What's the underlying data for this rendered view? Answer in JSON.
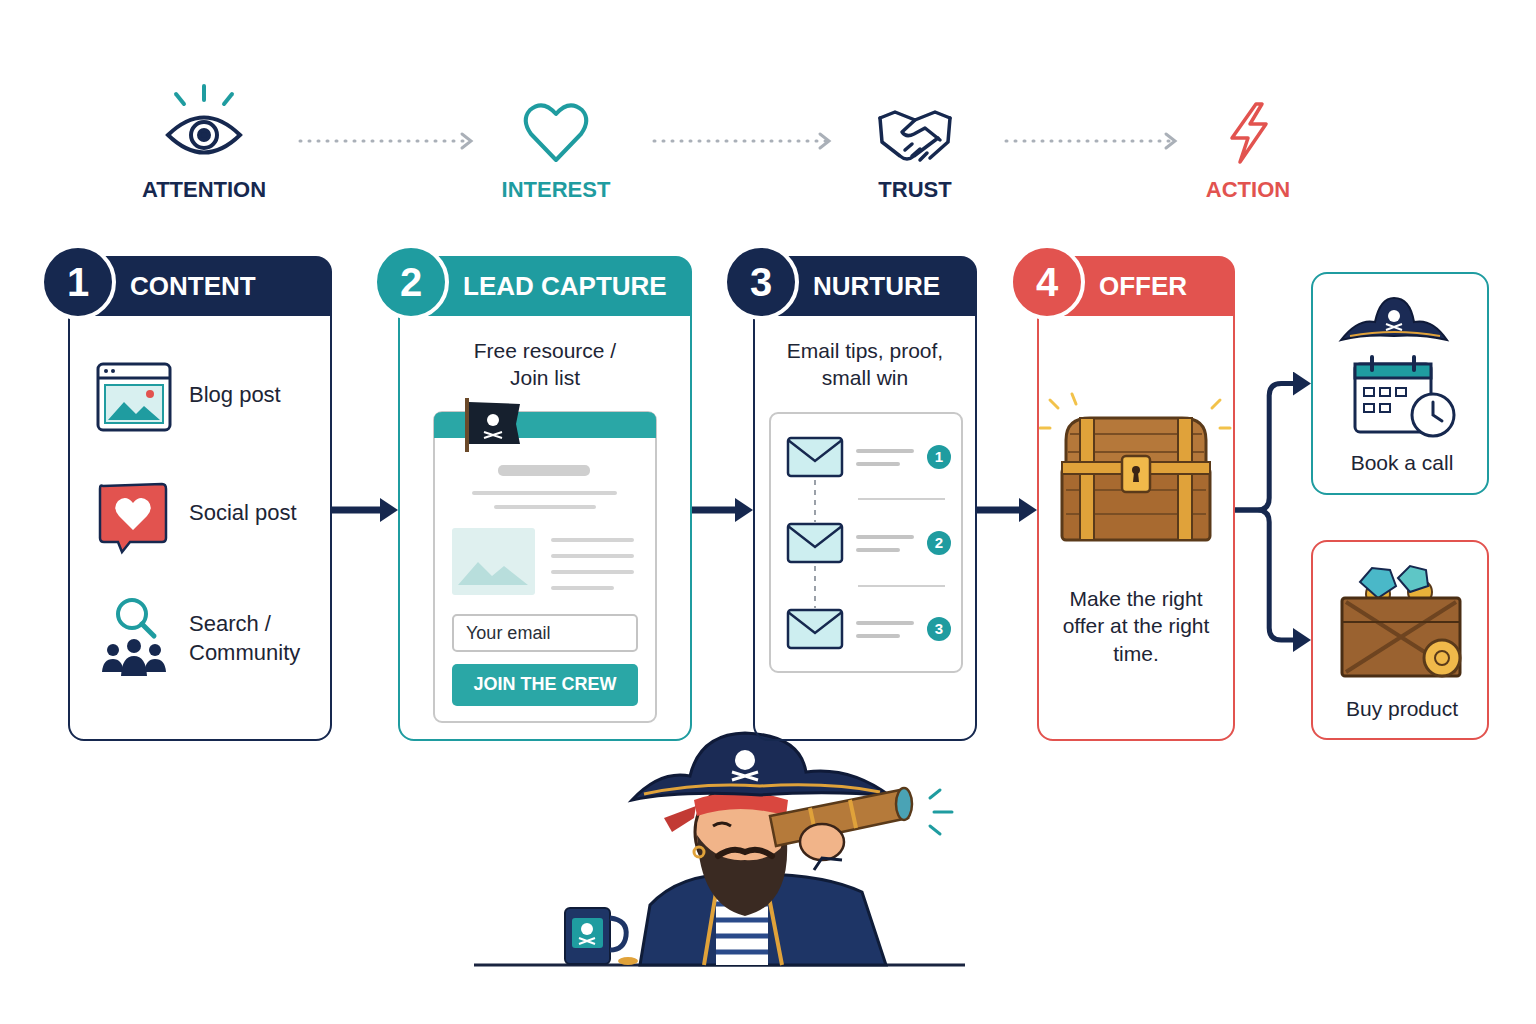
{
  "diagram": {
    "nodes": [
      {
        "text": [
          "1",
          "CONTENT",
          "Blog post",
          "Social post",
          "Search / Community"
        ]
      },
      {
        "text": [
          "2",
          "LEAD CAPTURE",
          "Free resource / Join list"
        ]
      },
      {
        "text": [
          "Your email"
        ],
        "in": 1
      },
      {
        "text": [
          "JOIN THE CREW"
        ],
        "in": 1
      },
      {
        "text": [
          "3",
          "NURTURE",
          "Email tips, proof, small win"
        ]
      },
      {
        "text": [
          "1"
        ],
        "in": 4
      },
      {
        "text": [
          "2"
        ],
        "in": 4
      },
      {
        "text": [
          "3"
        ],
        "in": 4
      },
      {
        "text": [
          "4",
          "OFFER",
          "Make the right offer at the right time."
        ]
      },
      {
        "text": [
          "Book a call"
        ]
      },
      {
        "text": [
          "Buy product"
        ]
      }
    ],
    "edges": [
      {
        "from": 0,
        "to": 1,
        "arrow": "to"
      },
      {
        "from": 1,
        "to": 4,
        "arrow": "to"
      },
      {
        "from": 4,
        "to": 8,
        "arrow": "to"
      },
      {
        "from": 8,
        "to": 9,
        "arrow": "to"
      },
      {
        "from": 8,
        "to": 10,
        "arrow": "to"
      }
    ],
    "labels": [
      "ATTENTION",
      "INTEREST",
      "TRUST",
      "ACTION"
    ]
  }
}
